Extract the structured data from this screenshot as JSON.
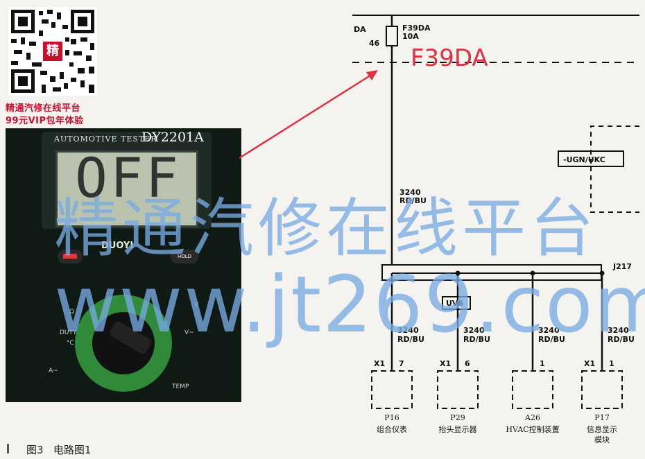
{
  "promo": {
    "qr_badge": "精",
    "line1": "精通汽修在线平台",
    "line2": "99元VIP包年体验"
  },
  "meter": {
    "brand": "AUTOMOTIVE TESTER",
    "model": "DY2201A",
    "display": "OFF",
    "logo": "DUOYI",
    "hold_label": "HOLD",
    "scale_labels": [
      "DUTY",
      "°C",
      "A~",
      "Ω",
      "TEMP",
      "V~",
      "V"
    ]
  },
  "diagram": {
    "fuse_left_label": "DA",
    "fuse_name": "F39DA",
    "fuse_rating": "10A",
    "fuse_pin": "46",
    "fuse_annotation": "F39DA",
    "ugn_label": "-UGN/UKC",
    "wire_code": "3240",
    "wire_color": "RD/BU",
    "splice": "J217",
    "uv_label": "UV6",
    "connectors": [
      {
        "conn": "X1",
        "pin": "7",
        "code": "P16",
        "name": "组合仪表",
        "name2": ""
      },
      {
        "conn": "X1",
        "pin": "6",
        "code": "P29",
        "name": "抬头显示器",
        "name2": ""
      },
      {
        "conn": "",
        "pin": "1",
        "code": "A26",
        "name": "HVAC控制装置",
        "name2": ""
      },
      {
        "conn": "X1",
        "pin": "1",
        "code": "P17",
        "name": "信息显示",
        "name2": "模块"
      }
    ]
  },
  "caption": {
    "label": "图3",
    "text": "电路图1"
  },
  "watermark": {
    "line1": "精通汽修在线平台",
    "line2": "www.jt269.com"
  }
}
